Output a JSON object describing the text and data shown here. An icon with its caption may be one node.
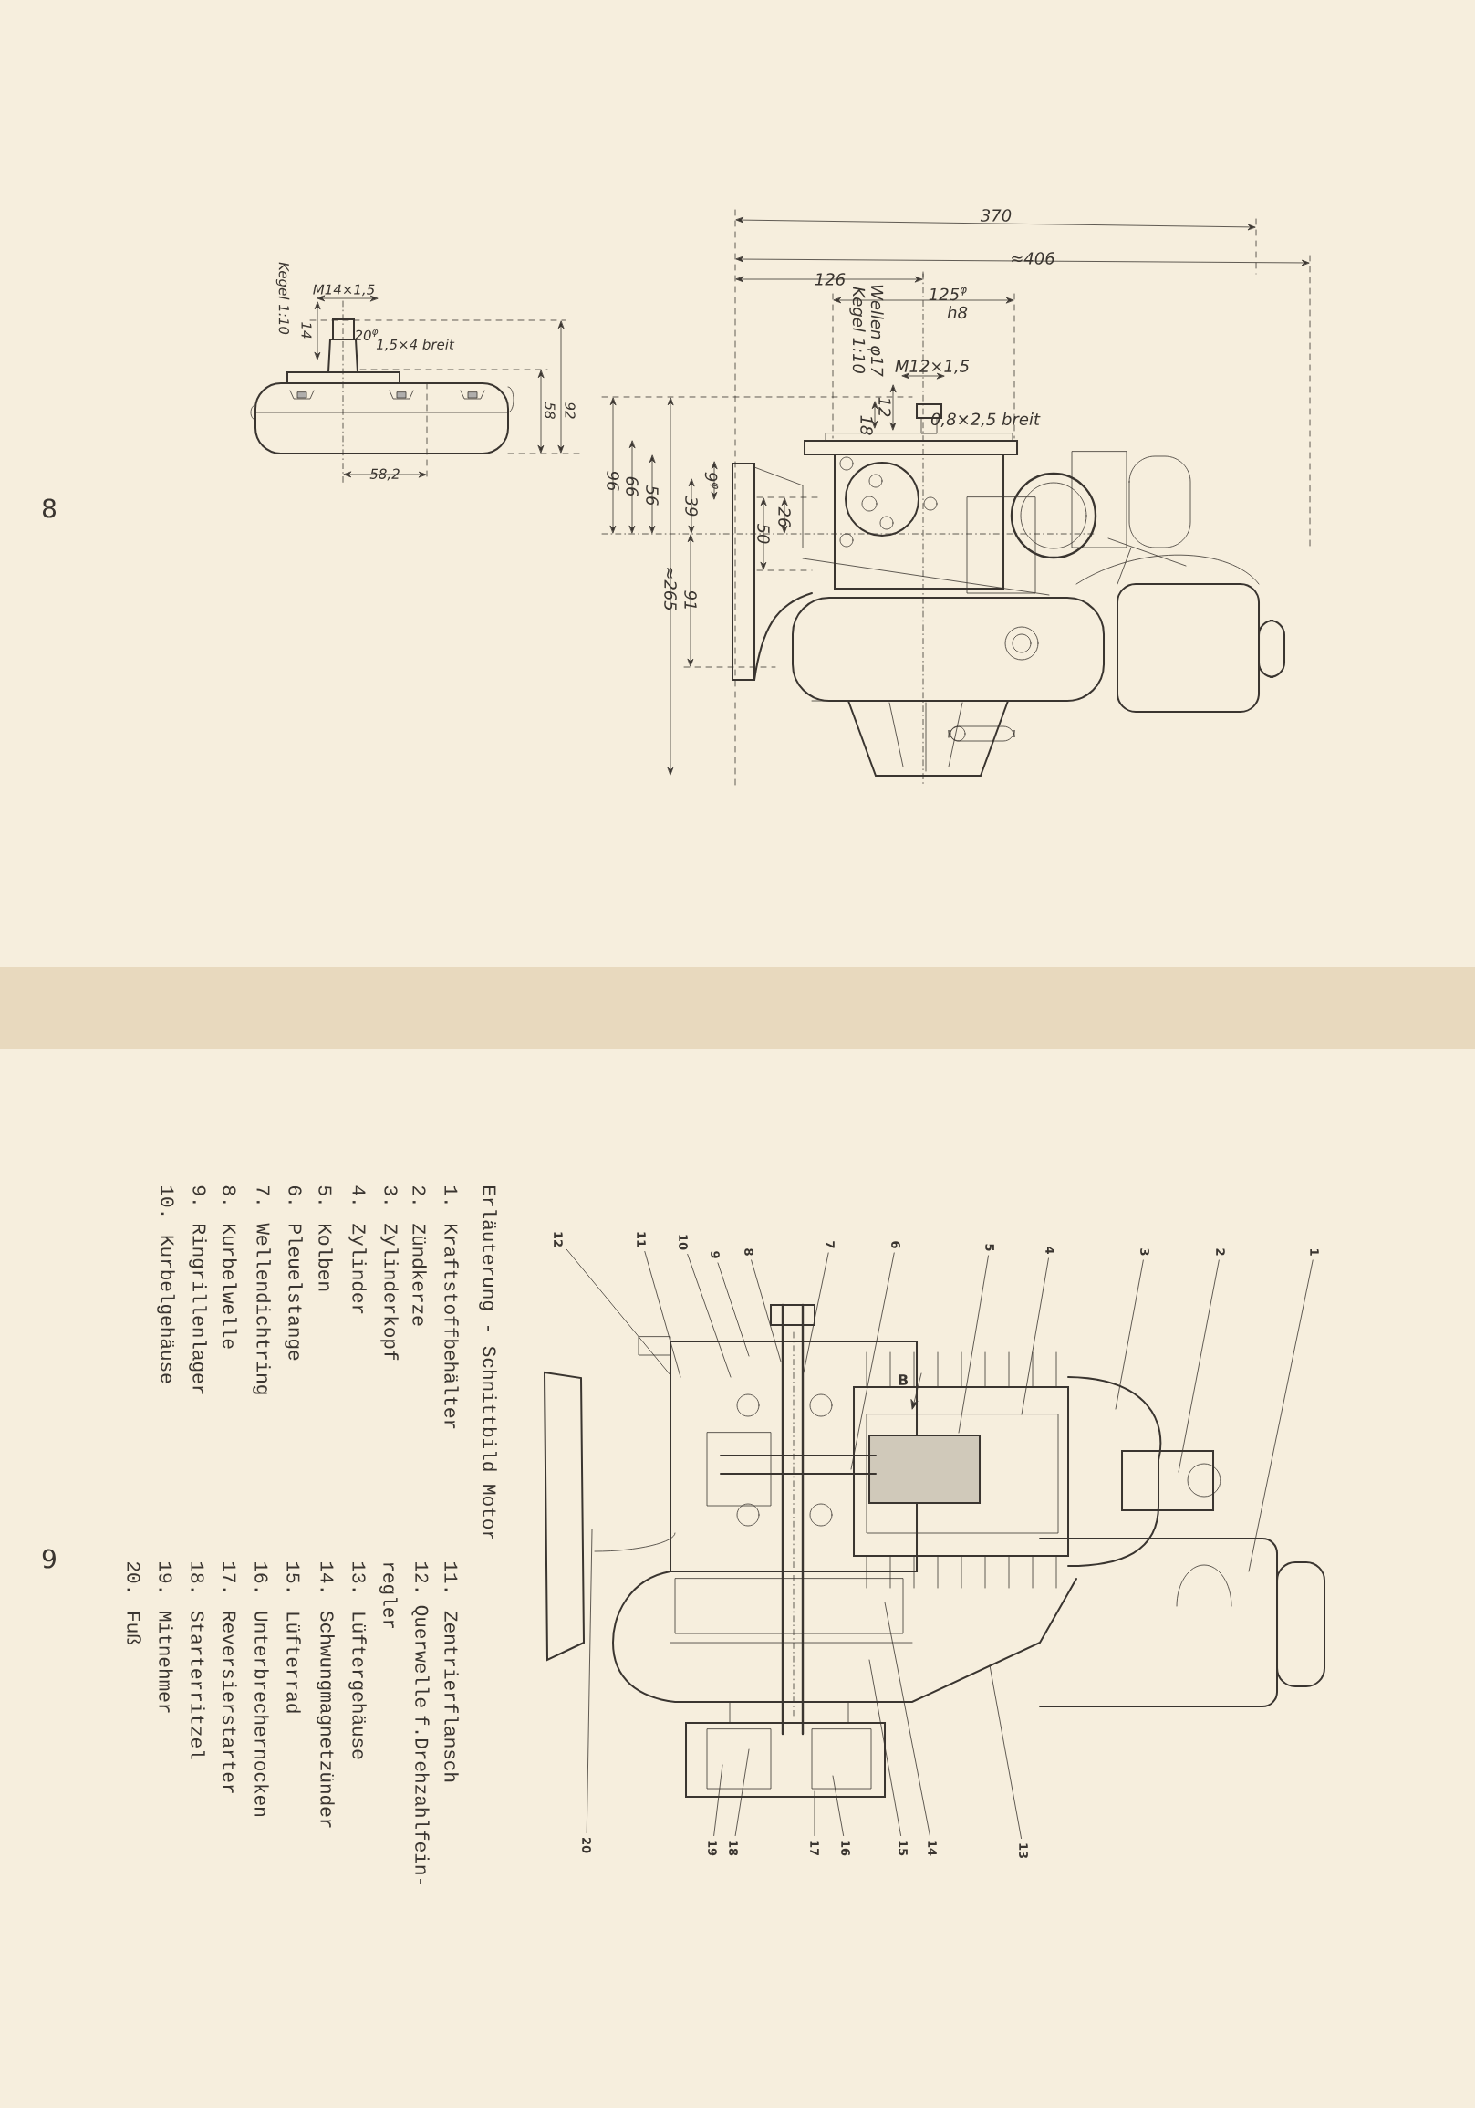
{
  "diagram": {
    "title": "Erläuterung - Schnittbild Motor",
    "nodes": [
      {
        "text": [
          "1"
        ]
      },
      {
        "text": [
          "2"
        ]
      },
      {
        "text": [
          "3"
        ]
      },
      {
        "text": [
          "4"
        ]
      },
      {
        "text": [
          "5"
        ]
      },
      {
        "text": [
          "6"
        ]
      },
      {
        "text": [
          "7"
        ]
      },
      {
        "text": [
          "8"
        ]
      },
      {
        "text": [
          "9"
        ]
      },
      {
        "text": [
          "10"
        ]
      },
      {
        "text": [
          "11"
        ]
      },
      {
        "text": [
          "12"
        ]
      },
      {
        "text": [
          "13"
        ]
      },
      {
        "text": [
          "14"
        ]
      },
      {
        "text": [
          "15"
        ]
      },
      {
        "text": [
          "16"
        ]
      },
      {
        "text": [
          "17"
        ]
      },
      {
        "text": [
          "18"
        ]
      },
      {
        "text": [
          "19"
        ]
      },
      {
        "text": [
          "20"
        ]
      }
    ],
    "edges": [
      {
        "from": 0,
        "to": null,
        "arrow": "none"
      },
      {
        "from": 1,
        "to": null,
        "arrow": "none"
      },
      {
        "from": 2,
        "to": null,
        "arrow": "none"
      },
      {
        "from": 3,
        "to": null,
        "arrow": "none"
      },
      {
        "from": 4,
        "to": null,
        "arrow": "none"
      },
      {
        "from": 5,
        "to": null,
        "arrow": "none"
      },
      {
        "from": 6,
        "to": null,
        "arrow": "none"
      },
      {
        "from": 7,
        "to": null,
        "arrow": "none"
      },
      {
        "from": 8,
        "to": null,
        "arrow": "none"
      },
      {
        "from": 9,
        "to": null,
        "arrow": "none"
      },
      {
        "from": 10,
        "to": null,
        "arrow": "none"
      },
      {
        "from": 11,
        "to": null,
        "arrow": "none"
      },
      {
        "from": 12,
        "to": null,
        "arrow": "none"
      },
      {
        "from": 13,
        "to": null,
        "arrow": "none"
      },
      {
        "from": 14,
        "to": null,
        "arrow": "none"
      },
      {
        "from": 15,
        "to": null,
        "arrow": "none"
      },
      {
        "from": 16,
        "to": null,
        "arrow": "none"
      },
      {
        "from": 17,
        "to": null,
        "arrow": "none"
      },
      {
        "from": 18,
        "to": null,
        "arrow": "none"
      },
      {
        "from": 19,
        "to": null,
        "arrow": "none"
      }
    ],
    "labels": [
      "8",
      "Kegel 1:10",
      "M14×1,5",
      "14",
      "20$^{φ}$",
      "1,5×4 breit",
      "58",
      "92",
      "58,2",
      "370",
      "≈406",
      "126",
      "125$^{φ}$ h8",
      "Wellen φ17",
      "Kegel 1:10",
      "M12×1,5",
      "12",
      "18",
      "0,8×2,5 breit",
      "96",
      "66",
      "56",
      "9$^{φ}$",
      "39",
      "26",
      "50",
      "≈265",
      "91",
      "B",
      "1. Kraftstoffbehälter",
      "2. Zündkerze",
      "3. Zylinderkopf",
      "4. Zylinder",
      "5. Kolben",
      "6. Pleuelstange",
      "7. Wellendichtring",
      "8. Kurbelwelle",
      "9. Ringrillenlager",
      "10. Kurbelgehäuse",
      "11. Zentrierflansch",
      "12. Querwelle f.Drehzahlfein- regler",
      "13. Lüftergehäuse",
      "14. Schwungmagnetzünder",
      "15. Lüfterrad",
      "16. Unterbrechernocken",
      "17. Reversierstarter",
      "18. Starterritzel",
      "19. Mitnehmer",
      "20. Fuß",
      "9"
    ]
  }
}
